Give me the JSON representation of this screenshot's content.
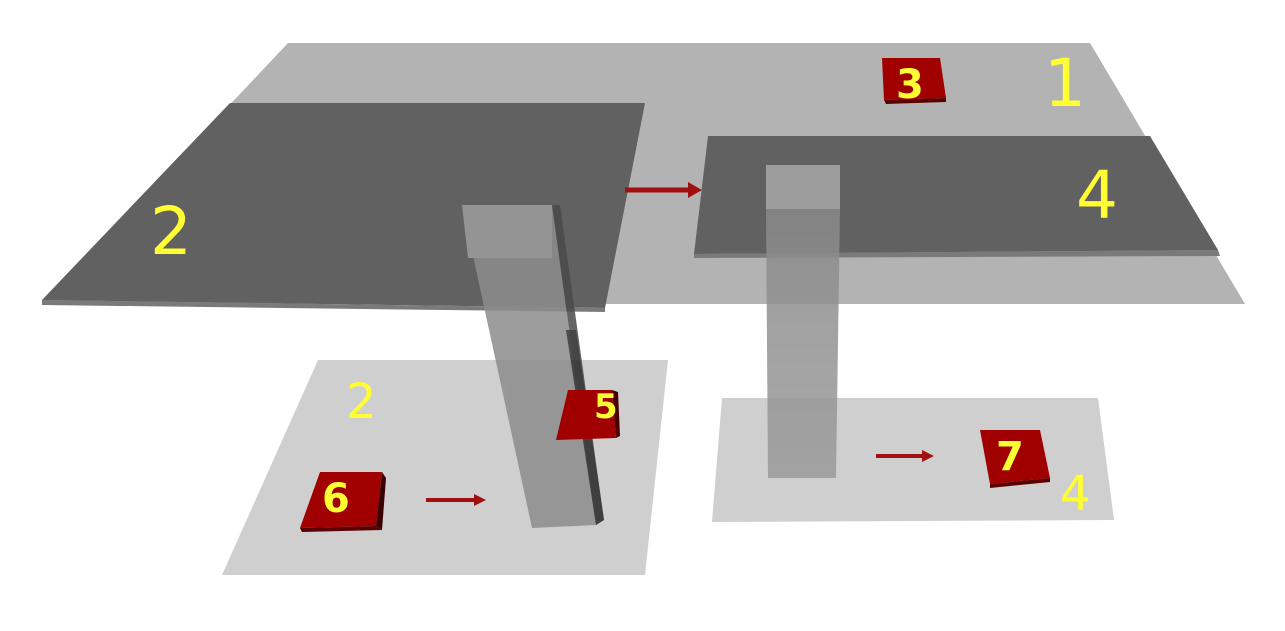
{
  "labels": {
    "plane_1": "1",
    "plane_2_top": "2",
    "plane_4_top": "4",
    "plane_2_bottom": "2",
    "plane_4_bottom": "4",
    "box_3": "3",
    "box_5": "5",
    "box_6": "6",
    "box_7": "7"
  },
  "colors": {
    "label": "#ffff33",
    "box_face": "#a00000",
    "box_side": "#5a0000",
    "dark_plane": "#616161",
    "light_plane": "#b3b3b3",
    "pale_plane": "#cfcfcf",
    "arrow": "#a01010"
  }
}
